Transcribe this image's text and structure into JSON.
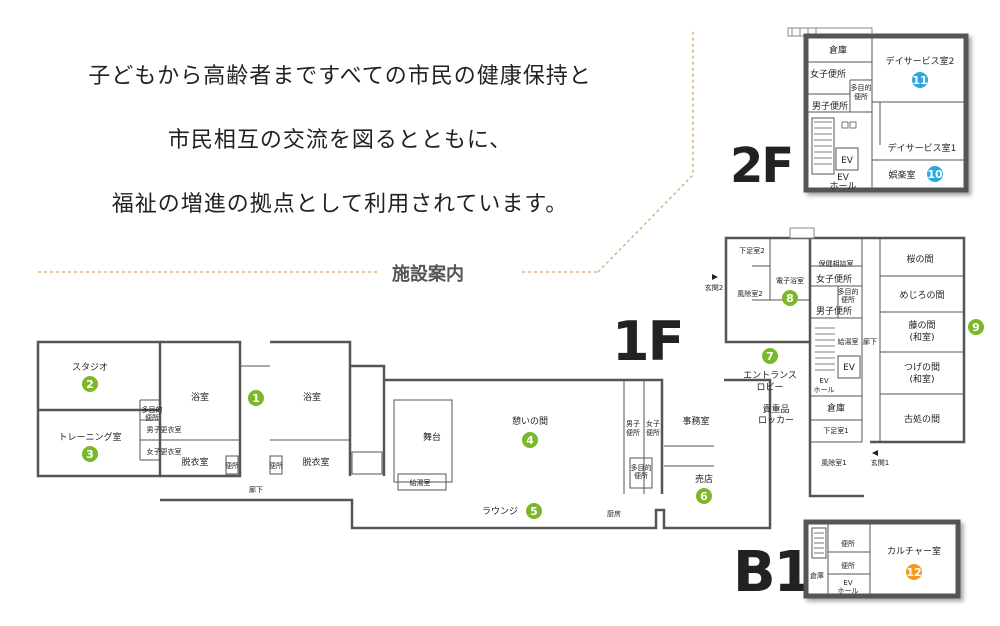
{
  "intro": {
    "line1": "子どもから高齢者まですべての市民の健康保持と",
    "line2": "市民相互の交流を図るとともに、",
    "line3": "福祉の増進の拠点として利用されています。"
  },
  "section_title": "施設案内",
  "floors": {
    "f2": "2F",
    "f1": "1F",
    "b1": "B1"
  },
  "colors": {
    "green": "#7ab829",
    "blue": "#2aa8e0",
    "orange": "#f39a1e",
    "wall": "#555555",
    "dash": "#d0a86a"
  },
  "rooms_2f": {
    "storage": "倉庫",
    "womens_wc": "女子便所",
    "multi_wc_a": "多目的",
    "multi_wc_b": "便所",
    "mens_wc": "男子便所",
    "ev": "EV",
    "ev_hall_a": "EV",
    "ev_hall_b": "ホール",
    "day_service_2": "デイサービス室2",
    "day_service_1": "デイサービス室1",
    "recreation": "娯楽室",
    "num_11": "11",
    "num_10": "10"
  },
  "rooms_1f": {
    "studio": "スタジオ",
    "training": "トレーニング室",
    "multi_wc_a": "多目的",
    "multi_wc_b": "便所",
    "mens_changing": "男子更衣室",
    "womens_changing": "女子更衣室",
    "bath_left": "浴室",
    "bath_right": "浴室",
    "changing_left": "脱衣室",
    "changing_right": "脱衣室",
    "toilet_a": "便所",
    "toilet_b": "便所",
    "corridor": "廊下",
    "stage": "舞台",
    "kyutoshitsu": "給湯室",
    "ikoi": "憩いの間",
    "lounge": "ラウンジ",
    "kitchen": "厨房",
    "mens_wc_a": "男子",
    "mens_wc_b": "便所",
    "womens_wc_a": "女子",
    "womens_wc_b": "便所",
    "multi_wc2_a": "多目的",
    "multi_wc2_b": "便所",
    "office": "事務室",
    "shop": "売店",
    "entrance_a": "エントランス",
    "entrance_b": "ロビー",
    "valuables_a": "貴重品",
    "valuables_b": "ロッカー",
    "shoe_room_2": "下足室2",
    "windbreak_2": "風除室2",
    "entrance_door_2": "玄関2",
    "electric_bath": "電子浴室",
    "health_consult": "保健相談室",
    "womens_wc3": "女子便所",
    "multi_wc3_a": "多目的",
    "multi_wc3_b": "便所",
    "mens_wc3": "男子便所",
    "kyutoshitsu2": "給湯室",
    "corridor2": "廊下",
    "ev": "EV",
    "ev_hall_a": "EV",
    "ev_hall_b": "ホール",
    "storage": "倉庫",
    "shoe_room_1": "下足室1",
    "windbreak_1": "風除室1",
    "entrance_door_1": "玄関1",
    "sakura": "桜の間",
    "mejiro": "めじろの間",
    "fuji_a": "藤の間",
    "fuji_b": "(和室)",
    "tsuge_a": "つげの間",
    "tsuge_b": "(和室)",
    "kokihan": "古処の間",
    "num_1": "1",
    "num_2": "2",
    "num_3": "3",
    "num_4": "4",
    "num_5": "5",
    "num_6": "6",
    "num_7": "7",
    "num_8": "8",
    "num_9": "9"
  },
  "rooms_b1": {
    "storage": "倉庫",
    "wc_a": "便所",
    "wc_b": "便所",
    "ev_hall_a": "EV",
    "ev_hall_b": "ホール",
    "culture": "カルチャー室",
    "num_12": "12"
  }
}
